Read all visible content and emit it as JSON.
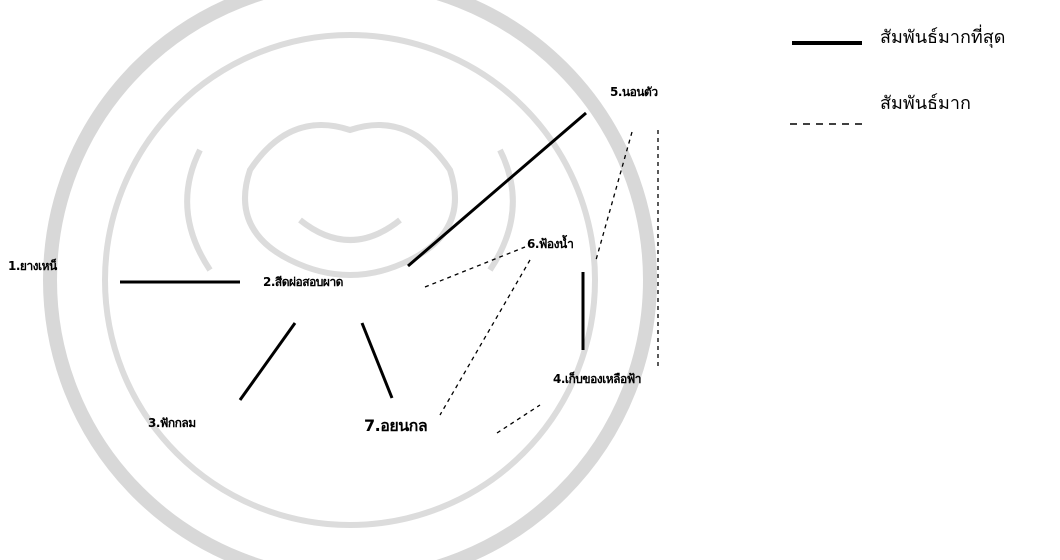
{
  "nodes": [
    {
      "id": "n1",
      "label": "1.ยางเหน็"
    },
    {
      "id": "n2",
      "label": "2.สีดผ่อสอบผาด"
    },
    {
      "id": "n3",
      "label": "3.ฟักกลม"
    },
    {
      "id": "n4",
      "label": "4.เก็บของเหลือฟ้า"
    },
    {
      "id": "n5",
      "label": "5.นอนตัว"
    },
    {
      "id": "n6",
      "label": "6.ฟ้องน้ำ"
    },
    {
      "id": "n7",
      "label": "7.อยนกล"
    }
  ],
  "edges": [
    {
      "from": "n1",
      "to": "n2",
      "style": "solid"
    },
    {
      "from": "n2",
      "to": "n5",
      "style": "solid"
    },
    {
      "from": "n2",
      "to": "n3",
      "style": "solid"
    },
    {
      "from": "n2",
      "to": "n7",
      "style": "solid"
    },
    {
      "from": "n6",
      "to": "n4",
      "style": "solid"
    },
    {
      "from": "n2",
      "to": "n6",
      "style": "dashed"
    },
    {
      "from": "n5",
      "to": "n6",
      "style": "dashed"
    },
    {
      "from": "n5",
      "to": "n4",
      "style": "dashed"
    },
    {
      "from": "n6",
      "to": "n7",
      "style": "dashed"
    },
    {
      "from": "n7",
      "to": "n4",
      "style": "dashed"
    }
  ],
  "legend": {
    "strong_label": "สัมพันธ์มากที่สุด",
    "moderate_label": "สัมพันธ์มาก"
  },
  "colors": {
    "ink": "#000000",
    "watermark": "#d8d8d8"
  }
}
